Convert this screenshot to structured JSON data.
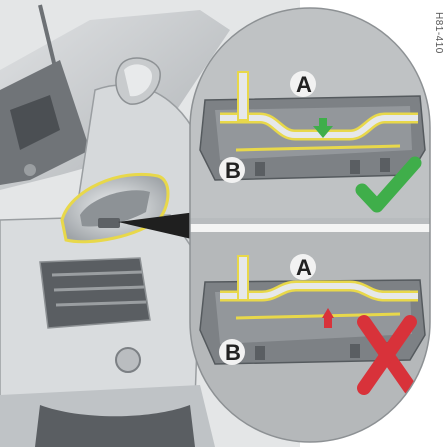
{
  "figure": {
    "reference_code": "H81-410",
    "top_panel": {
      "label_a": "A",
      "label_b": "B",
      "verdict": "correct",
      "verdict_icon": "check-mark-icon",
      "arrow_direction": "down"
    },
    "bottom_panel": {
      "label_a": "A",
      "label_b": "B",
      "verdict": "incorrect",
      "verdict_icon": "cross-mark-icon",
      "arrow_direction": "up"
    },
    "colors": {
      "highlight_yellow": "#e8d84a",
      "correct_green": "#3fae4a",
      "incorrect_red": "#d8323a",
      "panel_gray": "#b9bcbe",
      "car_gray": "#cfd2d4"
    }
  }
}
